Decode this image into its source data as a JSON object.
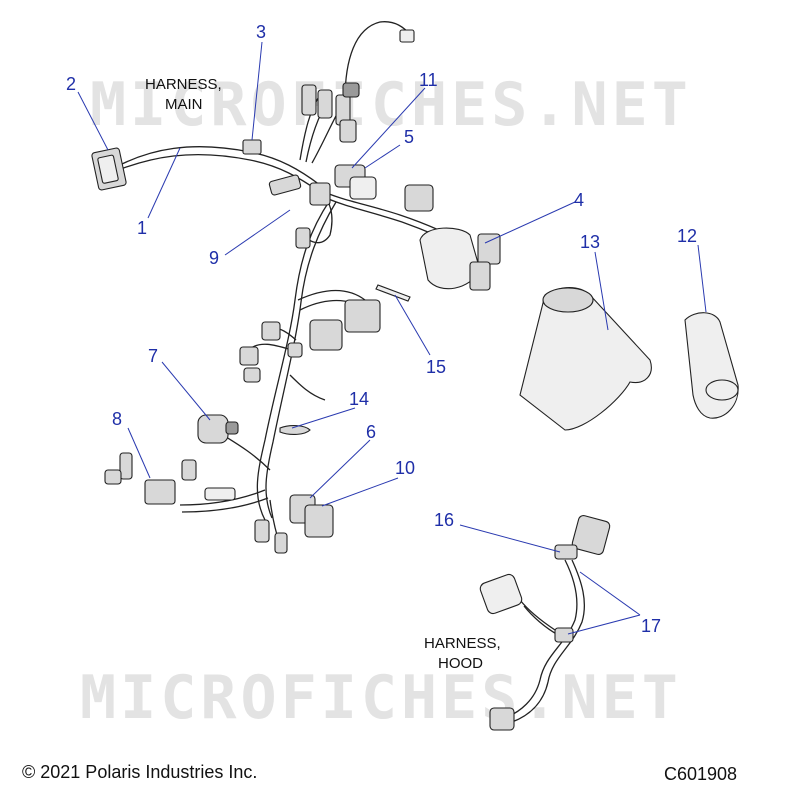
{
  "watermark": "MICROFICHES.NET",
  "labels": {
    "harness_main": [
      "HARNESS,",
      "MAIN"
    ],
    "harness_hood": [
      "HARNESS,",
      "HOOD"
    ]
  },
  "callouts": [
    "1",
    "2",
    "3",
    "4",
    "5",
    "6",
    "7",
    "8",
    "9",
    "10",
    "11",
    "12",
    "13",
    "14",
    "15",
    "16",
    "17"
  ],
  "footer": {
    "copyright": "© 2021 Polaris Industries Inc.",
    "code": "C601908"
  },
  "colors": {
    "callout": "#1f2fa8",
    "leader": "#2a3ab0"
  }
}
